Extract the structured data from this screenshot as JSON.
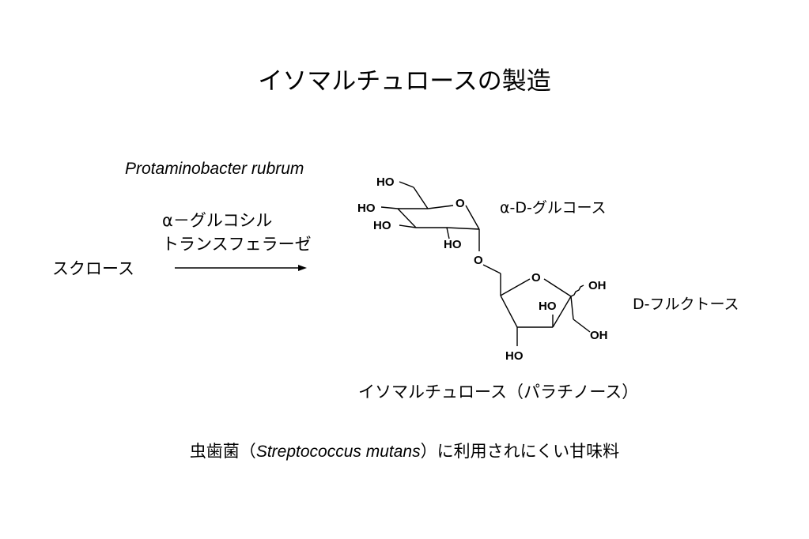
{
  "title": "イソマルチュロースの製造",
  "organism": "Protaminobacter rubrum",
  "enzyme": {
    "line1": "α－グルコシル",
    "line2": "トランスフェラーゼ"
  },
  "substrate": "スクロース",
  "structure": {
    "glucose_label": "α-D-グルコース",
    "fructose_label": "D-フルクトース",
    "atoms": {
      "g_ho6": "HO",
      "g_ho4": "HO",
      "g_ho3": "HO",
      "g_ho2": "HO",
      "g_o_ring": "O",
      "link_o": "O",
      "f_o_ring": "O",
      "f_oh2": "OH",
      "f_ho3": "HO",
      "f_oh1": "OH",
      "f_ho4": "HO"
    }
  },
  "product": "イソマルチュロース（パラチノース）",
  "footer": {
    "prefix": "虫歯菌（",
    "species": "Streptococcus mutans",
    "suffix": "）に利用されにくい甘味料"
  }
}
